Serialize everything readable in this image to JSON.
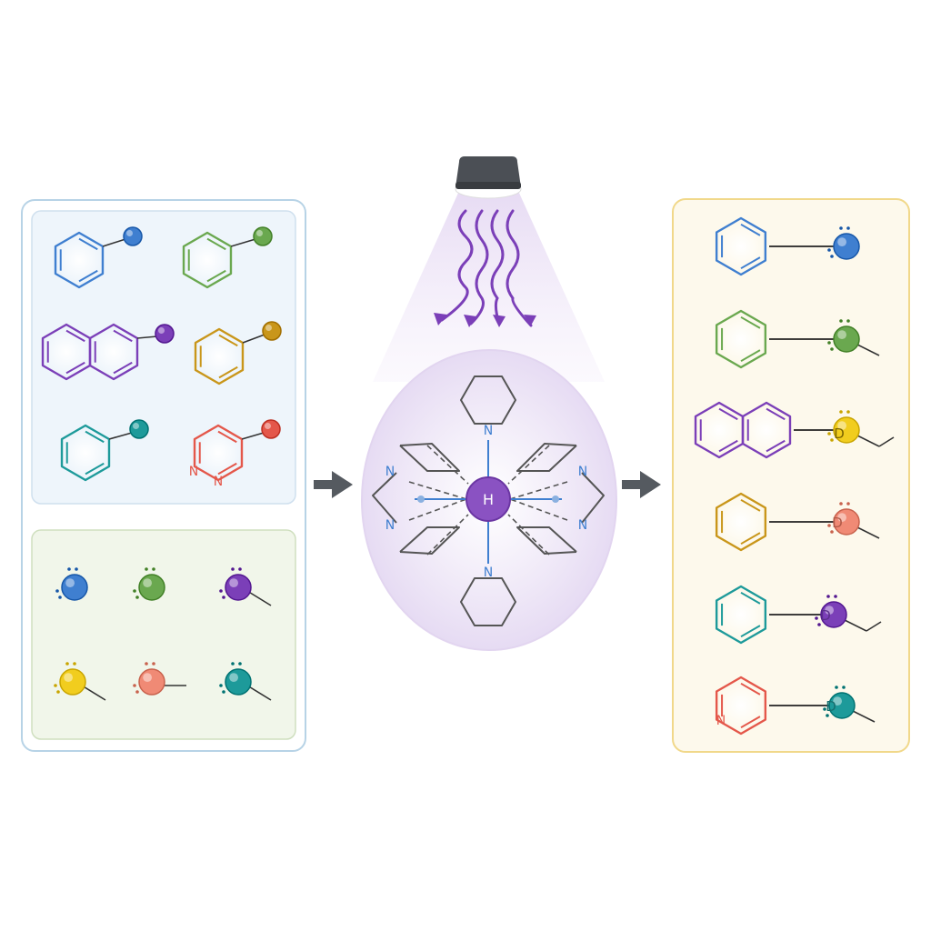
{
  "colors": {
    "blue": "#3f7fd0",
    "green": "#6aa84f",
    "purple": "#7b3fb8",
    "orange": "#c9961a",
    "teal": "#1d9a9a",
    "red": "#e4574a",
    "yellow": "#f1cd1e",
    "salmon": "#f08a75",
    "left_panel_border": "#b7d3e6",
    "aryl_box_bg": "#eef5fb",
    "radical_box_bg": "#f1f6ea",
    "right_panel_border": "#f1d88a",
    "right_panel_bg": "#fdf9ec",
    "catalyst_glow": "#ece2f6",
    "arrow_gray": "#555a60"
  },
  "catalyst": {
    "center_label": "H",
    "nitrogen_label": "N"
  },
  "reactants": {
    "pyridazine_n1": "N",
    "pyridazine_n2": "N"
  },
  "products": {
    "radical_label": "D",
    "pyridine_n": "N"
  },
  "icons": {
    "lamp": "light-lamp-icon",
    "reaction_arrow": "reaction-arrow-icon"
  }
}
